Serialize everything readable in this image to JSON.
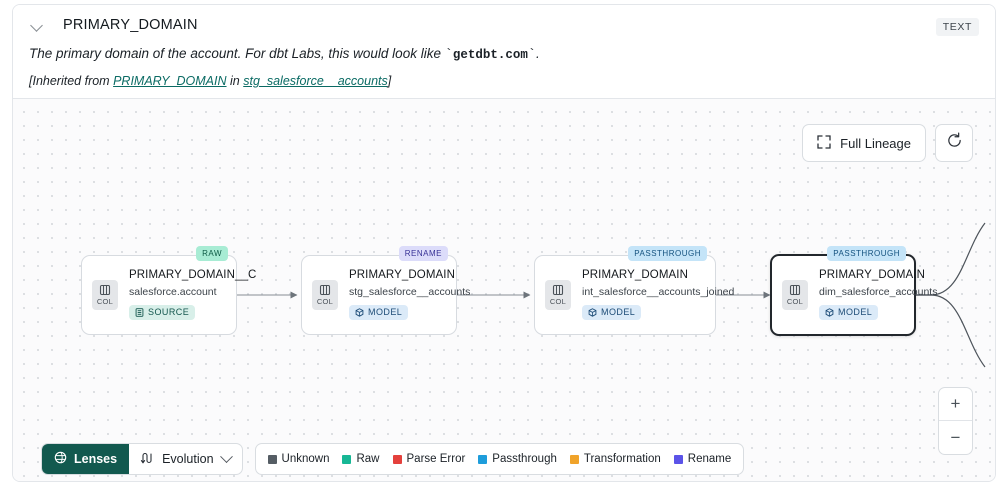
{
  "header": {
    "collapse_icon": "chevron-down-icon",
    "column_name": "PRIMARY_DOMAIN",
    "type_badge": "TEXT",
    "description_pre": "The primary domain of the account. For dbt Labs, this would look like ",
    "description_code": "getdbt.com",
    "description_post": ".",
    "inherited_prefix": "[Inherited from ",
    "inherited_column": "PRIMARY_DOMAIN",
    "inherited_middle": " in ",
    "inherited_model": "stg_salesforce__accounts",
    "inherited_suffix": "]"
  },
  "toolbar": {
    "full_lineage_label": "Full Lineage",
    "full_lineage_icon": "expand-icon",
    "refresh_icon": "refresh-icon"
  },
  "lineage": {
    "nodes": [
      {
        "name": "PRIMARY_DOMAIN__C",
        "parent": "salesforce.account",
        "badge": "SOURCE",
        "badge_icon": "database-icon",
        "tag": "RAW",
        "chip": "COL",
        "selected": false
      },
      {
        "name": "PRIMARY_DOMAIN",
        "parent": "stg_salesforce__accounts",
        "badge": "MODEL",
        "badge_icon": "cube-icon",
        "tag": "RENAME",
        "chip": "COL",
        "selected": false
      },
      {
        "name": "PRIMARY_DOMAIN",
        "parent": "int_salesforce__accounts_joined",
        "badge": "MODEL",
        "badge_icon": "cube-icon",
        "tag": "PASSTHROUGH",
        "chip": "COL",
        "selected": false
      },
      {
        "name": "PRIMARY_DOMAIN",
        "parent": "dim_salesforce_accounts",
        "badge": "MODEL",
        "badge_icon": "cube-icon",
        "tag": "PASSTHROUGH",
        "chip": "COL",
        "selected": true
      }
    ]
  },
  "zoom_controls": {
    "zoom_in": "+",
    "zoom_out": "−"
  },
  "bottom": {
    "lenses_label": "Lenses",
    "lenses_icon": "lens-icon",
    "evolution_label": "Evolution",
    "evolution_icon": "evolution-icon",
    "legend": [
      {
        "label": "Unknown",
        "color": "#555d64"
      },
      {
        "label": "Raw",
        "color": "#17b795"
      },
      {
        "label": "Parse Error",
        "color": "#e4403c"
      },
      {
        "label": "Passthrough",
        "color": "#1e9ddb"
      },
      {
        "label": "Transformation",
        "color": "#f0a32a"
      },
      {
        "label": "Rename",
        "color": "#5b53e8"
      }
    ]
  },
  "colors": {
    "accent_teal": "#12594f",
    "link": "#0b6b64",
    "selected_border": "#22272c"
  }
}
